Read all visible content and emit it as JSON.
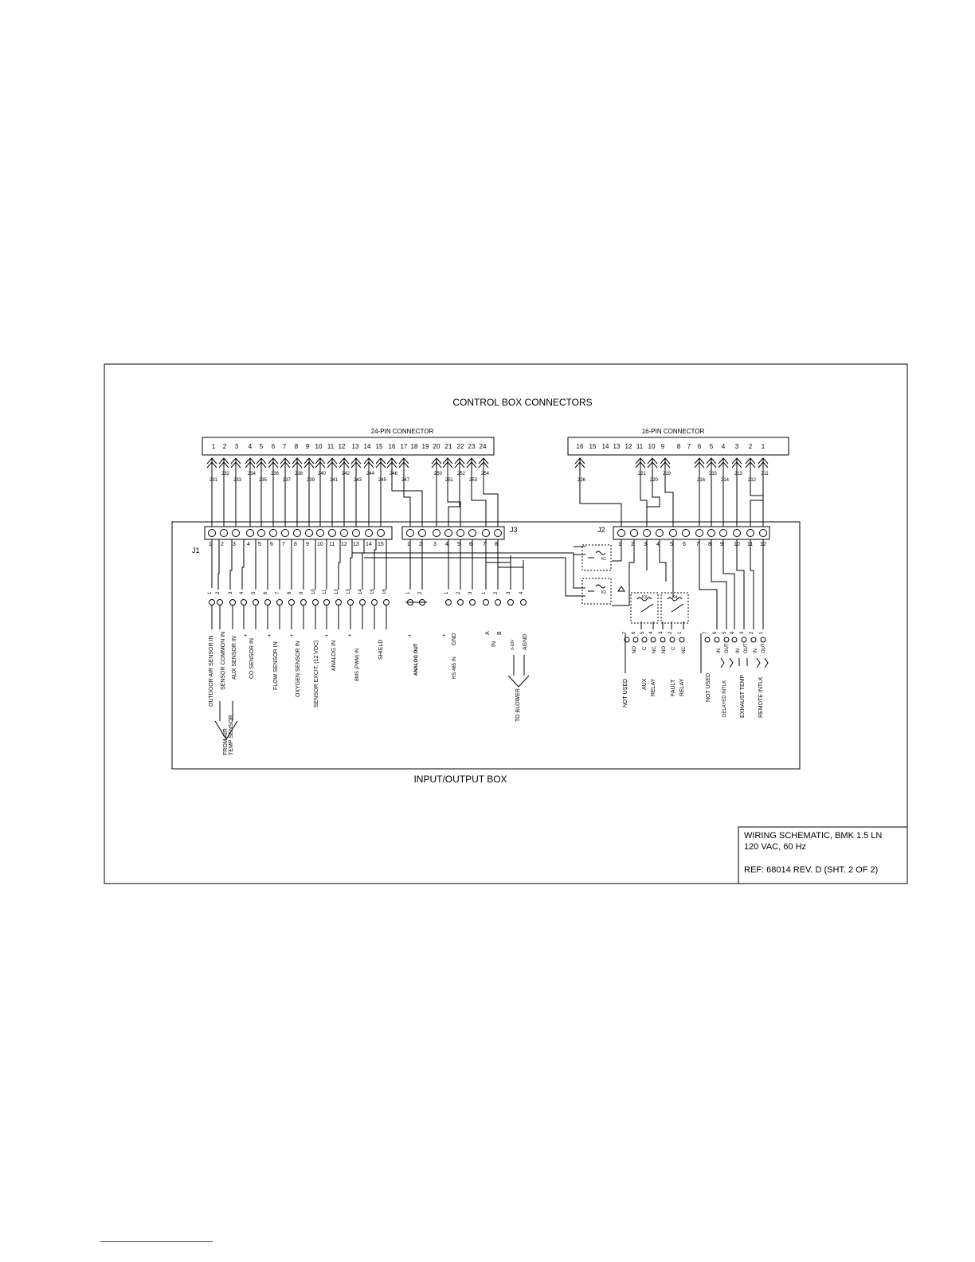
{
  "diagram": {
    "title": "CONTROL BOX CONNECTORS",
    "io_box_label": "INPUT/OUTPUT BOX",
    "connector24": {
      "label": "24-PIN CONNECTOR",
      "pins": [
        "1",
        "2",
        "3",
        "4",
        "5",
        "6",
        "7",
        "8",
        "9",
        "10",
        "11",
        "12",
        "13",
        "14",
        "15",
        "16",
        "17",
        "18",
        "19",
        "20",
        "21",
        "22",
        "23",
        "24"
      ],
      "wires": [
        "231",
        "232",
        "233",
        "234",
        "235",
        "236",
        "237",
        "238",
        "239",
        "240",
        "241",
        "242",
        "243",
        "244",
        "245",
        "246",
        "247",
        "250",
        "251",
        "252",
        "253",
        "254"
      ]
    },
    "connector16": {
      "label": "16-PIN CONNECTOR",
      "pins": [
        "16",
        "15",
        "14",
        "13",
        "12",
        "11",
        "10",
        "9",
        "8",
        "7",
        "6",
        "5",
        "4",
        "3",
        "2",
        "1"
      ],
      "wires": [
        "226",
        "221",
        "220",
        "219",
        "216",
        "215",
        "214",
        "213",
        "212",
        "211"
      ]
    },
    "j1": {
      "label": "J1",
      "pins": [
        "1",
        "2",
        "3",
        "4",
        "5",
        "6",
        "7",
        "8",
        "9",
        "10",
        "11",
        "12",
        "13",
        "14",
        "15"
      ],
      "terminals": [
        "1",
        "2",
        "3",
        "4",
        "5",
        "6",
        "7",
        "8",
        "9",
        "10",
        "11",
        "12",
        "13",
        "14",
        "15",
        "16"
      ],
      "signals": [
        "OUTDOOR AIR SENSOR IN",
        "SENSOR COMMON IN",
        "AUX SENSOR IN",
        "CO SENSOR IN",
        "FLOW SENSOR IN",
        "OXYGEN SENSOR IN",
        "SENSOR EXCIT. (12 VDC)",
        "ANALOG IN",
        "BMS (PWM) IN",
        "SHIELD"
      ],
      "polarity": [
        "+",
        "+",
        "+",
        "+",
        "+"
      ],
      "from_label": [
        "FROM AIR",
        "TEMP SENSOR"
      ]
    },
    "j3": {
      "label": "J3",
      "pins": [
        "1",
        "2",
        "3",
        "4",
        "5",
        "6",
        "7",
        "8"
      ],
      "analog_out": {
        "label": "ANALOG OUT",
        "terminals": [
          "1",
          "2"
        ],
        "polarity": [
          "+",
          "-"
        ]
      },
      "rs485": {
        "label": "RS 485 IN",
        "terminals": [
          "1",
          "2",
          "3"
        ],
        "pins": [
          "+",
          "GND",
          "-"
        ]
      },
      "blower": {
        "terminals": [
          "1",
          "2",
          "3",
          "4"
        ],
        "pins": [
          "A",
          "B",
          "0-10V",
          "AGND"
        ],
        "in": "IN",
        "to": "TO BLOWER"
      }
    },
    "j2": {
      "label": "J2",
      "pins": [
        "1",
        "2",
        "3",
        "4",
        "5",
        "6",
        "7",
        "8",
        "9",
        "10",
        "11",
        "12"
      ],
      "relays": [
        "K1",
        "K2",
        "K3",
        "K4"
      ],
      "relay_terminals": [
        "7",
        "6",
        "5",
        "4",
        "3",
        "2",
        "1"
      ],
      "contacts": [
        "NO",
        "C",
        "NC",
        "NO",
        "C",
        "NC"
      ],
      "right_terminals": [
        "7",
        "6",
        "5",
        "4",
        "3",
        "2",
        "1"
      ],
      "in_out": [
        "IN",
        "OUT",
        "IN",
        "OUT",
        "IN",
        "OUT"
      ],
      "signals": [
        "NOT USED",
        "AUX",
        "RELAY",
        "FAULT",
        "RELAY",
        "NOT USED",
        "DELAYED INTLK",
        "EXHAUST TEMP",
        "REMOTE INTLK"
      ]
    }
  },
  "title_block": {
    "line1": "WIRING SCHEMATIC, BMK 1.5 LN",
    "line2": "120 VAC, 60 Hz",
    "line3": "REF: 68014 REV. D (SHT. 2 OF 2)"
  }
}
